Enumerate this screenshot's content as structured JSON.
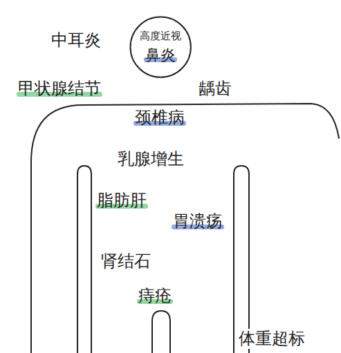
{
  "diagram": {
    "nodes": [
      {
        "text": [
          "高度近视",
          "鼻炎"
        ]
      }
    ],
    "labels": [
      "中耳炎",
      "甲状腺结节",
      "龋齿",
      "颈椎病",
      "乳腺增生",
      "脂肪肝",
      "胃溃疡",
      "肾结石",
      "痔疮",
      "体重超标"
    ]
  }
}
